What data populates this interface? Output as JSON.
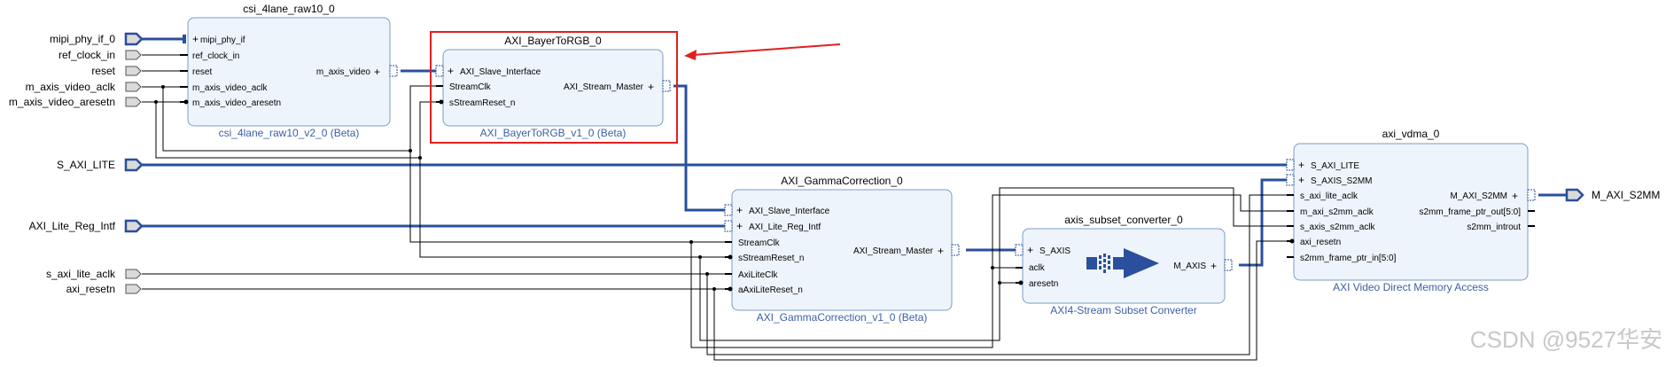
{
  "ports_left": [
    {
      "label": "mipi_phy_if_0",
      "kind": "bus"
    },
    {
      "label": "ref_clock_in",
      "kind": "wire"
    },
    {
      "label": "reset",
      "kind": "wire"
    },
    {
      "label": "m_axis_video_aclk",
      "kind": "wire"
    },
    {
      "label": "m_axis_video_aresetn",
      "kind": "wire"
    },
    {
      "label": "S_AXI_LITE",
      "kind": "bus"
    },
    {
      "label": "AXI_Lite_Reg_Intf",
      "kind": "bus"
    },
    {
      "label": "s_axi_lite_aclk",
      "kind": "wire"
    },
    {
      "label": "axi_resetn",
      "kind": "wire"
    }
  ],
  "port_right": {
    "label": "M_AXI_S2MM"
  },
  "blocks": {
    "csi": {
      "instance": "csi_4lane_raw10_0",
      "ip": "csi_4lane_raw10_v2_0 (Beta)",
      "in_ports": [
        "mipi_phy_if",
        "ref_clock_in",
        "reset",
        "m_axis_video_aclk",
        "m_axis_video_aresetn"
      ],
      "out_ports": [
        "m_axis_video"
      ]
    },
    "bayer": {
      "instance": "AXI_BayerToRGB_0",
      "ip": "AXI_BayerToRGB_v1_0 (Beta)",
      "in_ports": [
        "AXI_Slave_Interface",
        "StreamClk",
        "sStreamReset_n"
      ],
      "out_ports": [
        "AXI_Stream_Master"
      ]
    },
    "gamma": {
      "instance": "AXI_GammaCorrection_0",
      "ip": "AXI_GammaCorrection_v1_0 (Beta)",
      "in_ports": [
        "AXI_Slave_Interface",
        "AXI_Lite_Reg_Intf",
        "StreamClk",
        "sStreamReset_n",
        "AxiLiteClk",
        "aAxiLiteReset_n"
      ],
      "out_ports": [
        "AXI_Stream_Master"
      ]
    },
    "subset": {
      "instance": "axis_subset_converter_0",
      "ip": "AXI4-Stream Subset Converter",
      "in_ports": [
        "S_AXIS",
        "aclk",
        "aresetn"
      ],
      "out_ports": [
        "M_AXIS"
      ]
    },
    "vdma": {
      "instance": "axi_vdma_0",
      "ip": "AXI Video Direct Memory Access",
      "in_ports": [
        "S_AXI_LITE",
        "S_AXIS_S2MM",
        "s_axi_lite_aclk",
        "m_axi_s2mm_aclk",
        "s_axis_s2mm_aclk",
        "axi_resetn",
        "s2mm_frame_ptr_in[5:0]"
      ],
      "out_ports": [
        "M_AXI_S2MM",
        "s2mm_frame_ptr_out[5:0]",
        "s2mm_introut"
      ]
    }
  },
  "watermark": "CSDN @9527华安",
  "colors": {
    "block_fill": "#eef4fb",
    "block_stroke": "#7a9cc8",
    "bus": "#2a4f9c",
    "wire": "#000000",
    "ip_text": "#3b5fa6",
    "highlight": "#e02020"
  }
}
